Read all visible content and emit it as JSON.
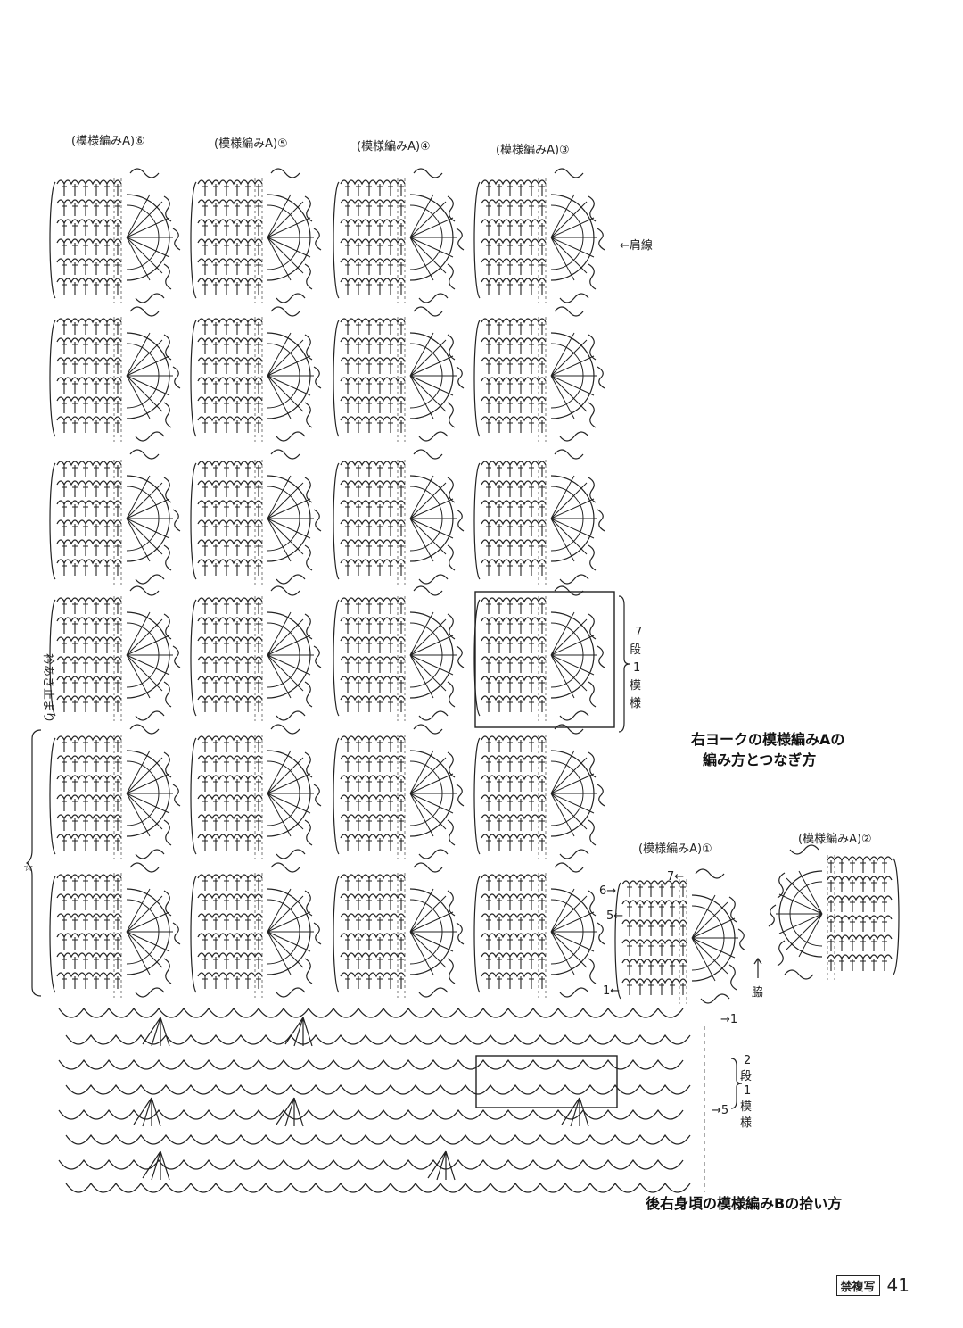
{
  "motif_labels": {
    "m6": "(模様編みA)⑥",
    "m5": "(模様編みA)⑤",
    "m4": "(模様編みA)④",
    "m3": "(模様編みA)③",
    "m1": "(模様編みA)①",
    "m2": "(模様編みA)②"
  },
  "annotations": {
    "shoulder_line": "←肩線",
    "armpit": "脇",
    "repeat7": "7段1模様",
    "repeat2": "2段1模様",
    "collar_stop": "衿あき止まり",
    "star": "☆",
    "row7": "7←",
    "row6": "6→",
    "row5": "5←",
    "row1": "1←",
    "rowB1": "→1",
    "rowB5": "→5"
  },
  "titles": {
    "yoke_line1": "右ヨークの模様編みAの",
    "yoke_line2": "編み方とつなぎ方",
    "body_title": "後右身頃の模様編みBの拾い方"
  },
  "footer": {
    "badge": "禁複写",
    "page": "41"
  },
  "colors": {
    "ink": "#222222",
    "dash": "#555555"
  }
}
